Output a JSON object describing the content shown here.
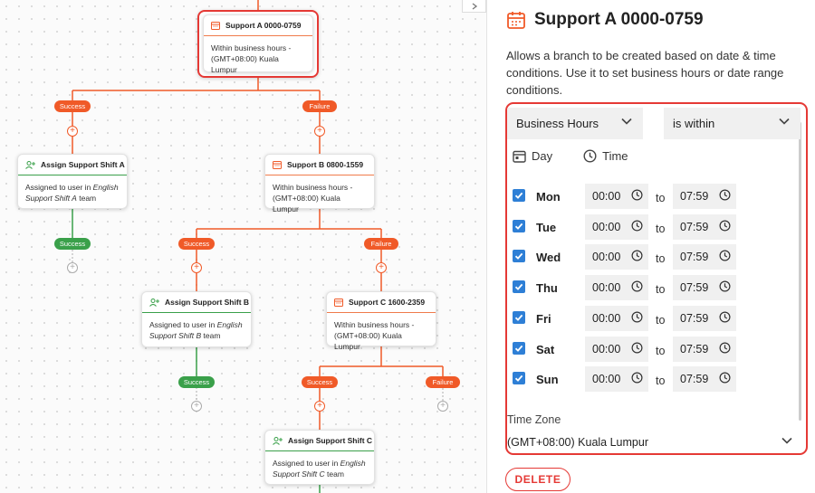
{
  "flow": {
    "node_a": {
      "title": "Support A 0000-0759",
      "body_line1": "Within business hours -",
      "body_line2": "(GMT+08:00) Kuala Lumpur"
    },
    "node_b": {
      "title": "Support B 0800-1559",
      "body_line1": "Within business hours -",
      "body_line2": "(GMT+08:00) Kuala Lumpur"
    },
    "node_c": {
      "title": "Support C 1600-2359",
      "body_line1": "Within business hours -",
      "body_line2": "(GMT+08:00) Kuala Lumpur"
    },
    "shift_a": {
      "title": "Assign Support Shift A",
      "prefix": "Assigned to user in",
      "team_italic": "English",
      "team_italic2": "Support Shift A",
      "suffix": "team"
    },
    "shift_b": {
      "title": "Assign Support Shift B",
      "prefix": "Assigned to user in",
      "team_italic": "English",
      "team_italic2": "Support Shift B",
      "suffix": "team"
    },
    "shift_c": {
      "title": "Assign Support Shift C",
      "prefix": "Assigned to user in",
      "team_italic": "English",
      "team_italic2": "Support Shift C",
      "suffix": "team"
    },
    "labels": {
      "success": "Success",
      "failure": "Failure"
    }
  },
  "panel": {
    "title": "Support A 0000-0759",
    "description": "Allows a branch to be created based on date & time conditions. Use it to set business hours or date range conditions.",
    "condition_type": "Business Hours",
    "operator": "is within",
    "tab_day": "Day",
    "tab_time": "Time",
    "to_label": "to",
    "days": [
      {
        "name": "Mon",
        "from": "00:00",
        "to": "07:59",
        "checked": true
      },
      {
        "name": "Tue",
        "from": "00:00",
        "to": "07:59",
        "checked": true
      },
      {
        "name": "Wed",
        "from": "00:00",
        "to": "07:59",
        "checked": true
      },
      {
        "name": "Thu",
        "from": "00:00",
        "to": "07:59",
        "checked": true
      },
      {
        "name": "Fri",
        "from": "00:00",
        "to": "07:59",
        "checked": true
      },
      {
        "name": "Sat",
        "from": "00:00",
        "to": "07:59",
        "checked": true
      },
      {
        "name": "Sun",
        "from": "00:00",
        "to": "07:59",
        "checked": true
      }
    ],
    "timezone_label": "Time Zone",
    "timezone_value": "(GMT+08:00) Kuala Lumpur",
    "delete_label": "DELETE"
  },
  "colors": {
    "accent_orange": "#f05a28",
    "success_green": "#3aa04a",
    "highlight_red": "#e53935",
    "checkbox_blue": "#2e7fd6"
  },
  "icons": {
    "condition": "calendar-icon",
    "assign": "add-user-icon",
    "add": "plus-circle-icon",
    "time": "clock-icon",
    "dropdown": "chevron-down-icon",
    "collapse": "chevron-right-icon"
  }
}
